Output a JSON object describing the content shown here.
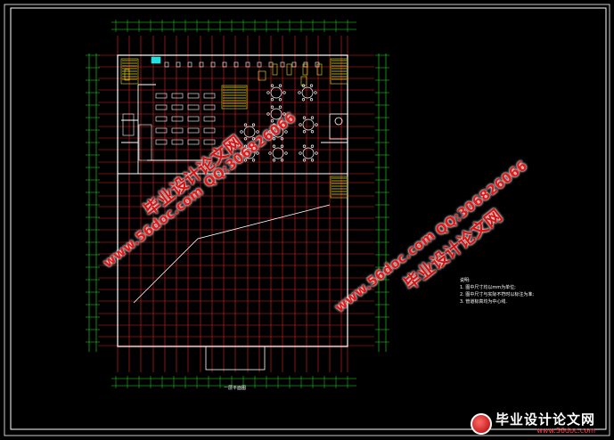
{
  "watermarks": {
    "cn_text": "毕业设计论文网",
    "url_text": "www.56doc.com",
    "qq_text": "QQ:306826066"
  },
  "notes": {
    "heading": "说明:",
    "items": [
      "1. 图中尺寸均以mm为单位;",
      "2. 图中尺寸与实际不符时以标注为准;",
      "3. 管道标高均为中心线."
    ]
  },
  "drawing_title": "一层平面图",
  "logo": {
    "cn_text": "毕业设计论文网",
    "url_text": "www.56doc.com"
  },
  "colors": {
    "background": "#000000",
    "frame": "#ffffff",
    "grid_red": "#e02020",
    "dimension_green": "#20e020",
    "wall": "#ffffff",
    "furniture_yellow": "#e8e020",
    "cyan_detail": "#20e0e0"
  }
}
